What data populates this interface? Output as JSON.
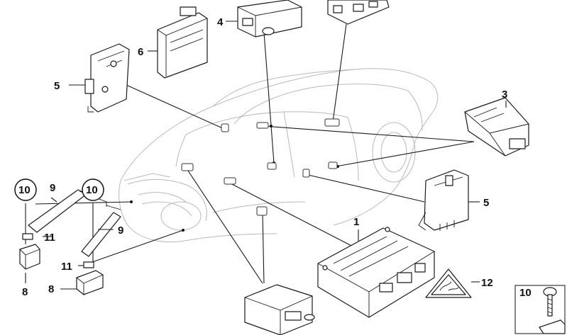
{
  "callouts": {
    "c1": "1",
    "c3": "3",
    "c4": "4",
    "c5a": "5",
    "c5b": "5",
    "c6": "6",
    "c8a": "8",
    "c8b": "8",
    "c9a": "9",
    "c9b": "9",
    "c10a": "10",
    "c10b": "10",
    "c10legend": "10",
    "c11a": "11",
    "c11b": "11",
    "c12": "12"
  }
}
